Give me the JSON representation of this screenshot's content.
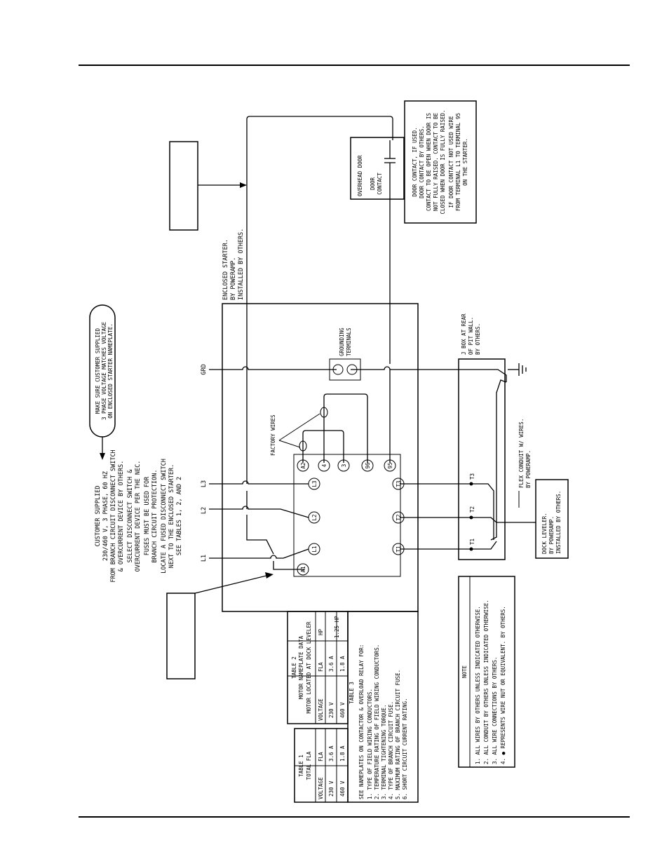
{
  "lines": {
    "l1": "L1",
    "l2": "L2",
    "l3": "L3",
    "grd": "GRD"
  },
  "customer_supply": [
    "CUSTOMER SUPPLIED",
    "230/460 V, 3 PHASE, 60 HZ",
    "FROM BRANCH CIRCUIT DISCONNECT SWITCH",
    "& OVERCURRENT DEVICE BY OTHERS.",
    "SELECT DISCONNECT SWITCH &",
    "OVERCURRENT DEVICE PER THE NEC.",
    "FUSES MUST BE USED FOR",
    "BRANCH CIRCUIT PROTECTION.",
    "LOCATE A FUSED DISCONNECT SWITCH",
    "NEXT TO THE ENCLOSED STARTER.",
    "SEE TABLES 1, 2, AND 2"
  ],
  "voltage_note": [
    "MAKE SURE CUSTOMER SUPPLIED",
    "3 PHASE VOLTAGE MATCHES VOLTAGE",
    "ON ENCLOSED STARTER NAMEPLATE."
  ],
  "starter_label": [
    "ENCLOSED STARTER.",
    "BY POWERAMP.",
    "INSTALLED BY OTHERS."
  ],
  "grounding_label": [
    "GROUNDING",
    "TERMINALS"
  ],
  "factory_wires": "FACTORY WIRES",
  "terminals": {
    "a1": "A1",
    "l1": "L1",
    "l2": "L2",
    "l3": "L3",
    "a2": "A2",
    "t4": "4",
    "t3": "3",
    "t96": "96",
    "t95": "95",
    "t1": "T1",
    "t2": "T2",
    "t3b": "T3"
  },
  "overhead_door": "OVERHEAD DOOR",
  "door_contact": [
    "DOOR",
    "CONTACT"
  ],
  "door_note": [
    "DOOR CONTACT, IF USED.",
    "DOOR CONTACT BY OTHERS.",
    "CONTACT TO BE OPEN WHEN DOOR IS",
    "NOT FULLY RAISED.  CONTACT TO BE",
    "CLOSED WHEN DOOR IS FULLY RAISED.",
    "IF DOOR CONTACT NOT USED WIRE",
    "FROM TERMINAL L1 TO TERMINAL 95",
    "ON THE STARTER."
  ],
  "jbox_label": [
    "J BOX AT REAR",
    "OF PIT WALL.",
    "BY OTHERS."
  ],
  "jbox_terminals": [
    "T1",
    "T2",
    "T3"
  ],
  "flex_conduit": [
    "FLEX CONDUIT W/ WIRES.",
    "BY POWERAMP."
  ],
  "dock_leveler": [
    "DOCK LEVELER.",
    "BY POWERAMP.",
    "INSTALLED BY OTHERS."
  ],
  "table1": {
    "title": [
      "TABLE 1",
      "TOTAL FLA"
    ],
    "headers": [
      "VOLTAGE",
      "FLA"
    ],
    "rows": [
      [
        "230 V",
        "3.6 A"
      ],
      [
        "460 V",
        "1.8 A"
      ]
    ]
  },
  "table2": {
    "title": [
      "TABLE 2",
      "MOTOR NAMEPLATE DATA",
      "MOTOR LOCATED AT DOCK LEVELER"
    ],
    "headers": [
      "VOLTAGE",
      "FLA",
      "HP"
    ],
    "rows": [
      [
        "230 V",
        "3.6 A"
      ],
      [
        "460 V",
        "1.8 A"
      ]
    ],
    "hp": "1.25 HP"
  },
  "table3": {
    "title": "TABLE 3",
    "intro": "SEE NAMEPLATES ON CONTACTOR & OVERLOAD RELAY FOR:",
    "items": [
      "1.  TYPE OF FIELD WIRING CONDUCTORS.",
      "2.  TEMPERATURE RATING OF FIELD WIRING CONDUCTORS.",
      "3.  TERMINAL TIGHTENING TORQUE.",
      "4.  TYPE OF BRANCH CIRCUIT FUSE.",
      "5.  MAXIMUM RATING OF BRANCH CIRCUIT FUSE.",
      "6.  SHORT CIRCUIT CURRENT RATING."
    ]
  },
  "note": {
    "title": "NOTE",
    "items": [
      "1.  ALL WIRES BY OTHERS UNLESS INDICATED OTHERWISE.",
      "2.  ALL CONDUIT BY OTHERS UNLESS INDICATED OTHERWISE.",
      "3.  ALL WIRE CONNECTIONS BY OTHERS.",
      "4.  ● REPRESENTS WIRE NUT OR EQUIVALENT.  BY OTHERS."
    ]
  }
}
